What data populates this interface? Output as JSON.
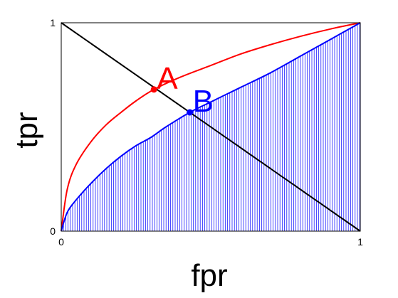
{
  "chart_data": {
    "type": "line",
    "xlabel": "fpr",
    "ylabel": "tpr",
    "xlim": [
      0,
      1
    ],
    "ylim": [
      0,
      1
    ],
    "x_ticks": [
      "0",
      "1"
    ],
    "y_ticks": [
      "0",
      "1"
    ],
    "grid": false,
    "series": [
      {
        "color": "#ff0000",
        "points": [
          [
            0,
            0
          ],
          [
            0.02,
            0.2
          ],
          [
            0.05,
            0.32
          ],
          [
            0.1,
            0.43
          ],
          [
            0.15,
            0.51
          ],
          [
            0.2,
            0.57
          ],
          [
            0.25,
            0.625
          ],
          [
            0.31,
            0.68
          ],
          [
            0.4,
            0.74
          ],
          [
            0.5,
            0.795
          ],
          [
            0.6,
            0.85
          ],
          [
            0.7,
            0.895
          ],
          [
            0.8,
            0.935
          ],
          [
            0.9,
            0.97
          ],
          [
            1,
            1
          ]
        ]
      },
      {
        "color": "#0000ff",
        "shaded_below": true,
        "points": [
          [
            0,
            0
          ],
          [
            0.02,
            0.09
          ],
          [
            0.05,
            0.15
          ],
          [
            0.1,
            0.23
          ],
          [
            0.15,
            0.3
          ],
          [
            0.2,
            0.36
          ],
          [
            0.25,
            0.41
          ],
          [
            0.3,
            0.45
          ],
          [
            0.35,
            0.5
          ],
          [
            0.43,
            0.57
          ],
          [
            0.5,
            0.62
          ],
          [
            0.6,
            0.69
          ],
          [
            0.7,
            0.76
          ],
          [
            0.8,
            0.84
          ],
          [
            0.9,
            0.92
          ],
          [
            1,
            1
          ]
        ]
      },
      {
        "color": "#000000",
        "points": [
          [
            0,
            1
          ],
          [
            1,
            0
          ]
        ]
      }
    ],
    "annotations": [
      {
        "label": "A",
        "x": 0.31,
        "y": 0.68,
        "color": "#ff0000"
      },
      {
        "label": "B",
        "x": 0.43,
        "y": 0.57,
        "color": "#0000ff"
      }
    ]
  }
}
